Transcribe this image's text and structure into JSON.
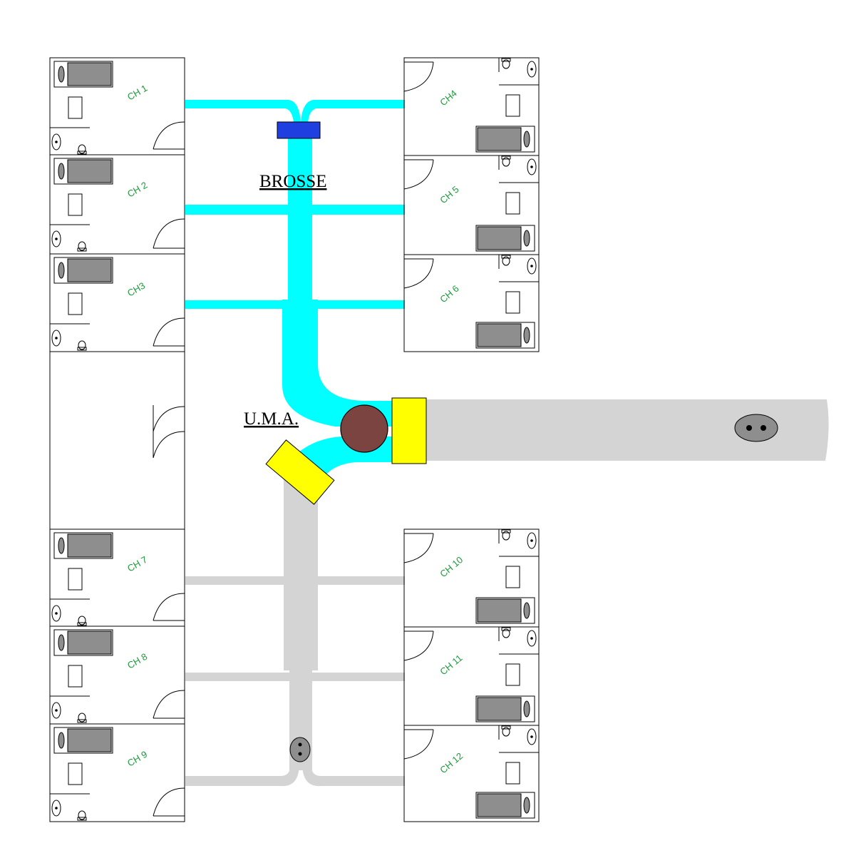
{
  "labels": {
    "brosse": "BROSSE",
    "uma": "U.M.A."
  },
  "rooms": [
    {
      "label": "CH 1"
    },
    {
      "label": "CH 2"
    },
    {
      "label": "CH3"
    },
    {
      "label": "CH4"
    },
    {
      "label": "CH 5"
    },
    {
      "label": "CH 6"
    },
    {
      "label": "CH 7"
    },
    {
      "label": "CH 8"
    },
    {
      "label": "CH 9"
    },
    {
      "label": "CH 10"
    },
    {
      "label": "CH 11"
    },
    {
      "label": "CH 12"
    }
  ],
  "colors": {
    "supply_duct": "#00ffff",
    "extract_duct": "#d4d4d4",
    "brush_unit": "#1f3fe0",
    "fan": "#7b4440",
    "filter": "#ffff00",
    "bed": "#8e8e8e",
    "room_label": "#1a9b3a"
  }
}
